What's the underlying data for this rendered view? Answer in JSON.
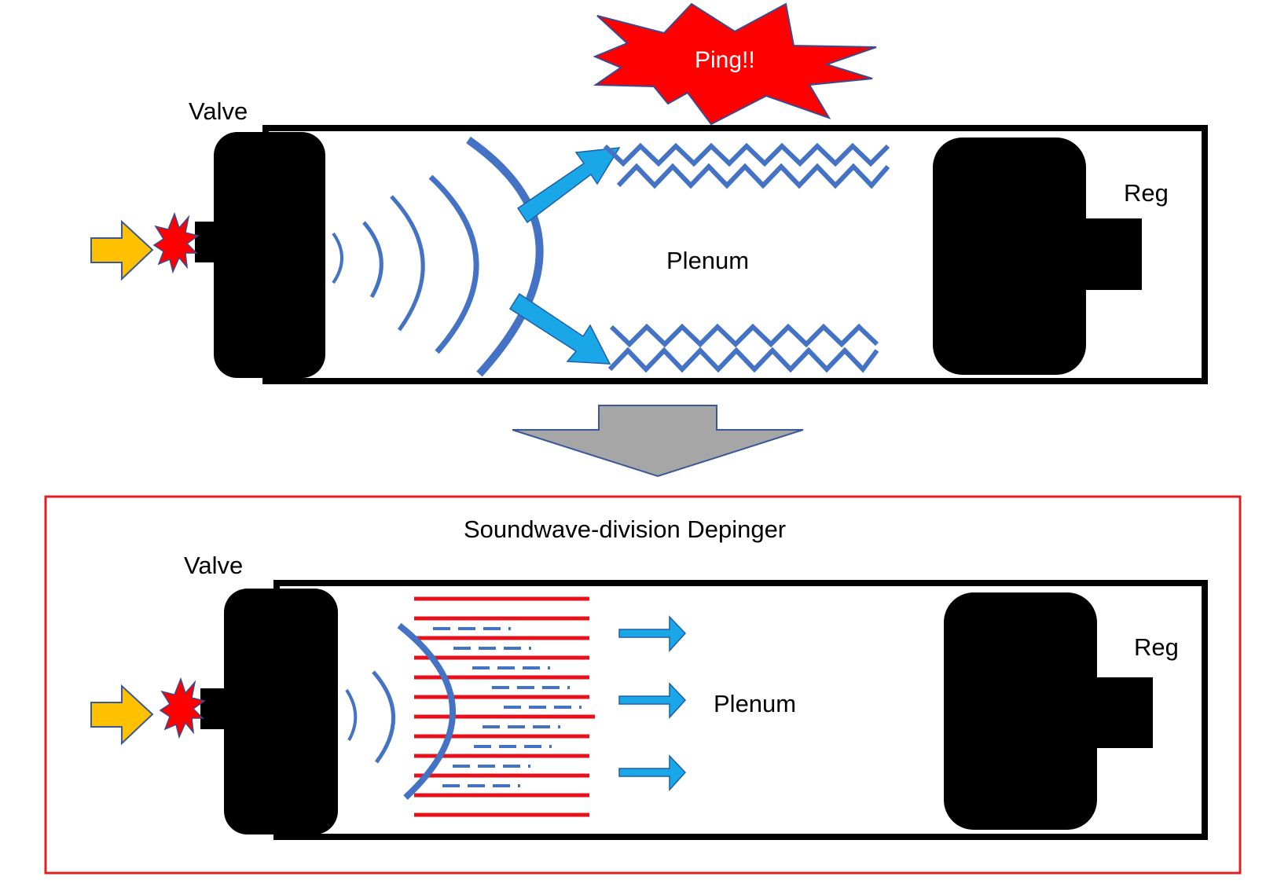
{
  "top": {
    "valve_label": "Valve",
    "plenum_label": "Plenum",
    "reg_label": "Reg",
    "ping_label": "Ping!!"
  },
  "bottom": {
    "title": "Soundwave-division Depinger",
    "valve_label": "Valve",
    "plenum_label": "Plenum",
    "reg_label": "Reg"
  },
  "colors": {
    "wave_blue": "#4472C4",
    "arrow_cyan": "#1AA7E8",
    "divider_red": "#E8101A",
    "frame_red": "#E02020",
    "input_arrow": "#FFC000",
    "burst_red": "#FF0000",
    "down_arrow_gray": "#A6A6A6"
  },
  "icons": {
    "input_arrow": "arrow-right-icon",
    "burst": "explosion-icon",
    "ping_burst": "starburst-icon",
    "flow_arrows": "arrow-right-icon",
    "transition": "arrow-down-icon"
  }
}
